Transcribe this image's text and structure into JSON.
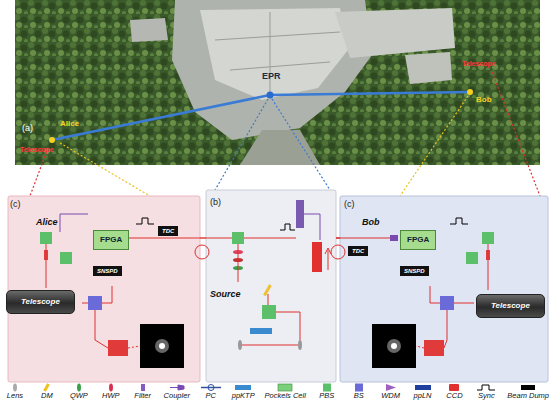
{
  "diagram": {
    "nodes": [
      {
        "text": [
          "Alice"
        ]
      },
      {
        "text": [
          "FPGA"
        ],
        "in": 0
      },
      {
        "text": [
          "TDC"
        ],
        "in": 0
      },
      {
        "text": [
          "SNSPD"
        ],
        "in": 0
      },
      {
        "text": [
          "Telescope"
        ]
      },
      {
        "text": [
          "Source"
        ]
      },
      {
        "text": [
          "Bob"
        ]
      },
      {
        "text": [
          "FPGA"
        ],
        "in": 6
      },
      {
        "text": [
          "TDC"
        ],
        "in": 6
      },
      {
        "text": [
          "SNSPD"
        ],
        "in": 6
      },
      {
        "text": [
          "Telescope"
        ]
      }
    ],
    "edges": [
      {
        "from": 5,
        "to": 0,
        "arrow": "none"
      },
      {
        "from": 5,
        "to": 6,
        "arrow": "none"
      }
    ],
    "labels": [
      "(a)",
      "Alice",
      "Telescope",
      "EPR",
      "Bob",
      "Telescope",
      "(b)",
      "(c)",
      "(c)"
    ],
    "legend": [
      {
        "text": "Lens"
      },
      {
        "text": "DM"
      },
      {
        "text": "QWP"
      },
      {
        "text": "HWP"
      },
      {
        "text": "Filter"
      },
      {
        "text": "Coupler"
      },
      {
        "text": "PC"
      },
      {
        "text": "ppKTP"
      },
      {
        "text": "Pockels Cell"
      },
      {
        "text": "PBS"
      },
      {
        "text": "BS"
      },
      {
        "text": "WDM"
      },
      {
        "text": "ppLN"
      },
      {
        "text": "CCD"
      },
      {
        "text": "Sync"
      },
      {
        "text": "Beam Dump"
      }
    ]
  }
}
